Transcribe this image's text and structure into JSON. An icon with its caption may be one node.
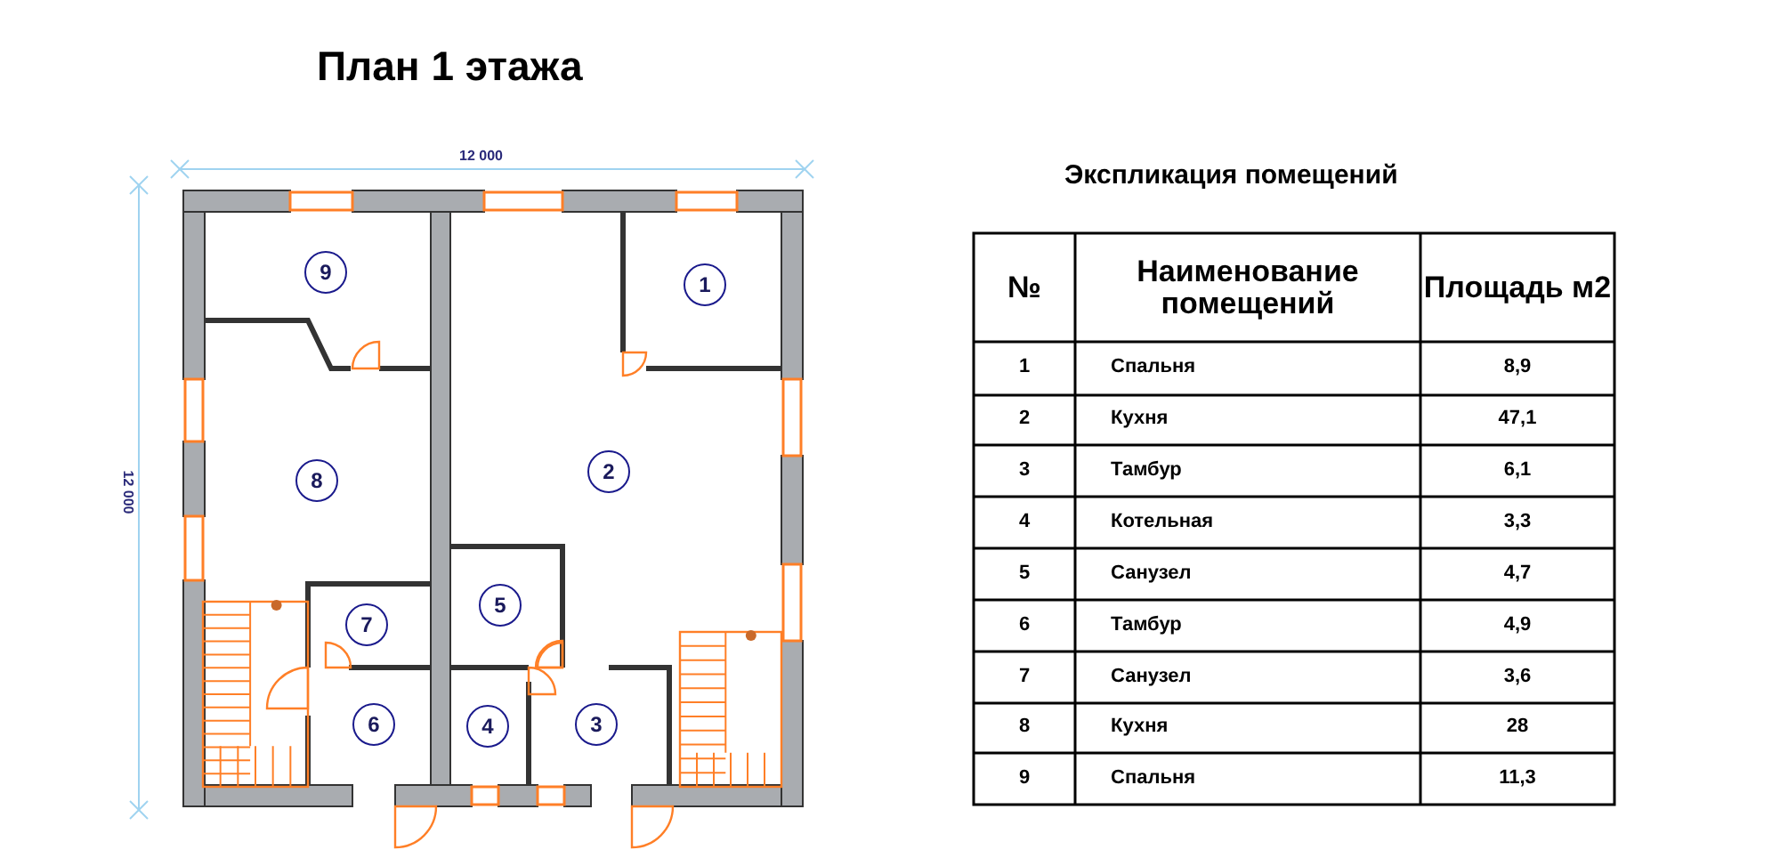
{
  "diagram": {
    "title": "План 1 этажа",
    "nodes": [
      {
        "text": [
          "9"
        ]
      },
      {
        "text": [
          "1"
        ]
      },
      {
        "text": [
          "8"
        ]
      },
      {
        "text": [
          "2"
        ]
      },
      {
        "text": [
          "5"
        ]
      },
      {
        "text": [
          "7"
        ]
      },
      {
        "text": [
          "6"
        ]
      },
      {
        "text": [
          "4"
        ]
      },
      {
        "text": [
          "3"
        ]
      }
    ],
    "labels": [
      "12 000",
      "12 000",
      "Экспликация помещений",
      "№",
      "Наименование помещений",
      "Площадь м2",
      "1",
      "Спальня",
      "8,9",
      "2",
      "Кухня",
      "47,1",
      "3",
      "Тамбур",
      "6,1",
      "4",
      "Котельная",
      "3,3",
      "5",
      "Санузел",
      "4,7",
      "6",
      "Тамбур",
      "4,9",
      "7",
      "Санузел",
      "3,6",
      "8",
      "Кухня",
      "28",
      "9",
      "Спальня",
      "11,3"
    ]
  }
}
